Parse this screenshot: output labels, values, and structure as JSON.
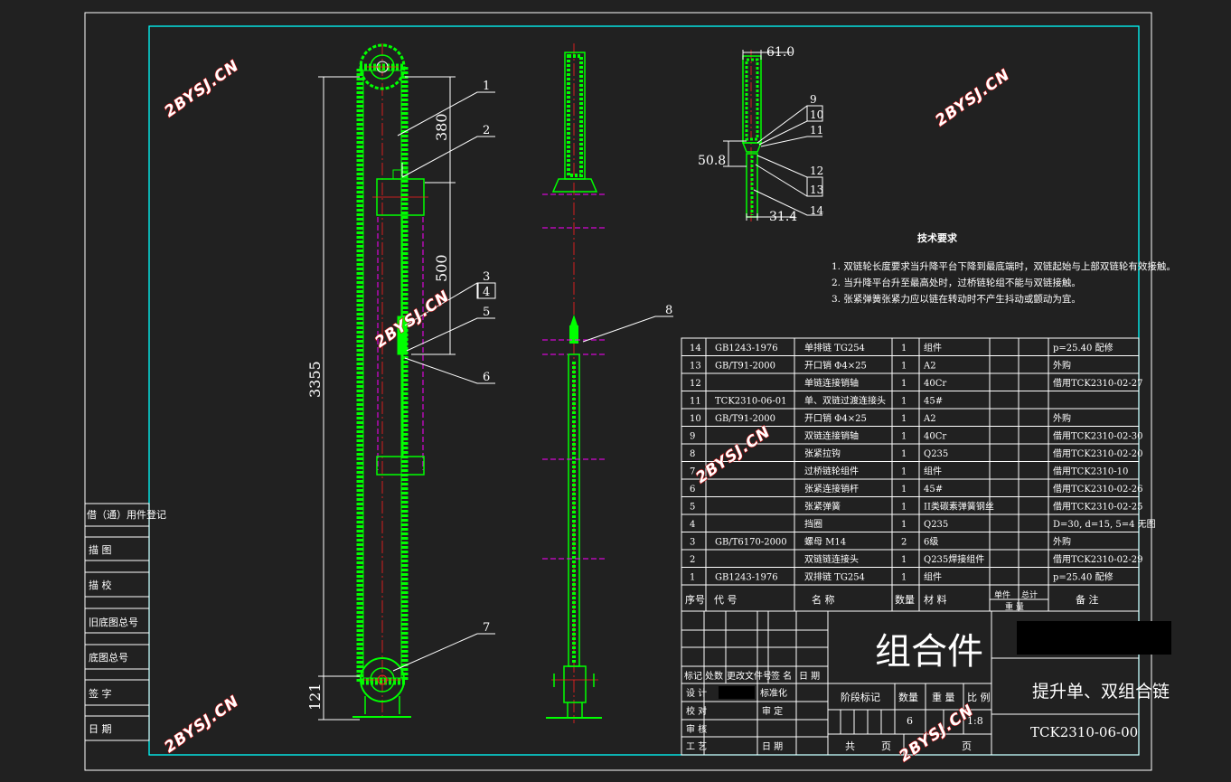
{
  "dimensions": {
    "d61": "61.0",
    "d508": "50.8",
    "d314": "31.4",
    "d380": "380",
    "d500": "500",
    "d3355": "3355",
    "d121": "121"
  },
  "balloons": {
    "b1": "1",
    "b2": "2",
    "b3": "3",
    "b4": "4",
    "b5": "5",
    "b6": "6",
    "b7": "7",
    "b8": "8",
    "b9": "9",
    "b10": "10",
    "b11": "11",
    "b12": "12",
    "b13": "13",
    "b14": "14"
  },
  "tech_requirements": {
    "title": "技术要求",
    "items": [
      "1. 双链轮长度要求当升降平台下降到最底端时，双链起始与上部双链轮有效接触。",
      "2. 当升降平台升至最高处时，过桥链轮组不能与双链接触。",
      "3. 张紧弹簧张紧力应以链在转动时不产生抖动或颤动为宜。"
    ]
  },
  "bom": {
    "rows": [
      {
        "no": "14",
        "code": "GB1243-1976",
        "name": "单排链    TG254",
        "qty": "1",
        "mat": "组件",
        "note": "p=25.40   配修"
      },
      {
        "no": "13",
        "code": "GB/T91-2000",
        "name": "开口销    Φ4×25",
        "qty": "1",
        "mat": "A2",
        "note": "外购"
      },
      {
        "no": "12",
        "code": "",
        "name": "单链连接销轴",
        "qty": "1",
        "mat": "40Cr",
        "note": "借用TCK2310-02-27"
      },
      {
        "no": "11",
        "code": "TCK2310-06-01",
        "name": "单、双链过渡连接头",
        "qty": "1",
        "mat": "45#",
        "note": ""
      },
      {
        "no": "10",
        "code": "GB/T91-2000",
        "name": "开口销    Φ4×25",
        "qty": "1",
        "mat": "A2",
        "note": "外购"
      },
      {
        "no": "9",
        "code": "",
        "name": "双链连接销轴",
        "qty": "1",
        "mat": "40Cr",
        "note": "借用TCK2310-02-30"
      },
      {
        "no": "8",
        "code": "",
        "name": "张紧拉钩",
        "qty": "1",
        "mat": "Q235",
        "note": "借用TCK2310-02-20"
      },
      {
        "no": "7",
        "code": "",
        "name": "过桥链轮组件",
        "qty": "1",
        "mat": "组件",
        "note": "借用TCK2310-10"
      },
      {
        "no": "6",
        "code": "",
        "name": "张紧连接销杆",
        "qty": "1",
        "mat": "45#",
        "note": "借用TCK2310-02-26"
      },
      {
        "no": "5",
        "code": "",
        "name": "张紧弹簧",
        "qty": "1",
        "mat": "II类碳素弹簧钢丝",
        "note": "借用TCK2310-02-25"
      },
      {
        "no": "4",
        "code": "",
        "name": "挡圈",
        "qty": "1",
        "mat": "Q235",
        "note": "D=30, d=15, 5=4   无图"
      },
      {
        "no": "3",
        "code": "GB/T6170-2000",
        "name": "螺母    M14",
        "qty": "2",
        "mat": "6级",
        "note": "外购"
      },
      {
        "no": "2",
        "code": "",
        "name": "双链链连接头",
        "qty": "1",
        "mat": "Q235焊接组件",
        "note": "借用TCK2310-02-29"
      },
      {
        "no": "1",
        "code": "GB1243-1976",
        "name": "双排链    TG254",
        "qty": "1",
        "mat": "组件",
        "note": "p=25.40   配修"
      }
    ],
    "header": {
      "no": "序号",
      "code": "代        号",
      "name": "名        称",
      "qty": "数量",
      "mat": "材        料",
      "single": "单件",
      "total": "总计",
      "weight": "重    量",
      "note": "备    注"
    }
  },
  "title_block": {
    "main_title": "组合件",
    "drawing_name": "提升单、双组合链",
    "drawing_no": "TCK2310-06-00",
    "marks": "标记",
    "count": "处数",
    "change_doc": "更改文件号",
    "sign": "签  名",
    "date": "日  期",
    "design": "设  计",
    "standardize": "标准化",
    "check": "校  对",
    "review": "审  定",
    "audit": "审  核",
    "process": "工  艺",
    "date2": "日  期",
    "stage_mark": "阶段标记",
    "quantity": "数量",
    "weight": "重  量",
    "scale": "比  例",
    "qty_value": "6",
    "scale_value": "1:8",
    "sheet_total": "共",
    "sheet_unit": "页",
    "sheet_unit2": "页"
  },
  "side_table": [
    "借（通）用件登记",
    "描      图",
    "描      校",
    "旧底图总号",
    "底图总号",
    "签      字",
    "日      期"
  ],
  "watermark": "2BYSJ.CN",
  "colors": {
    "green": "#00ff00",
    "magenta": "#ff00ff",
    "red": "#ff2020",
    "white": "#ffffff",
    "bg": "#212121",
    "black": "#000000"
  }
}
